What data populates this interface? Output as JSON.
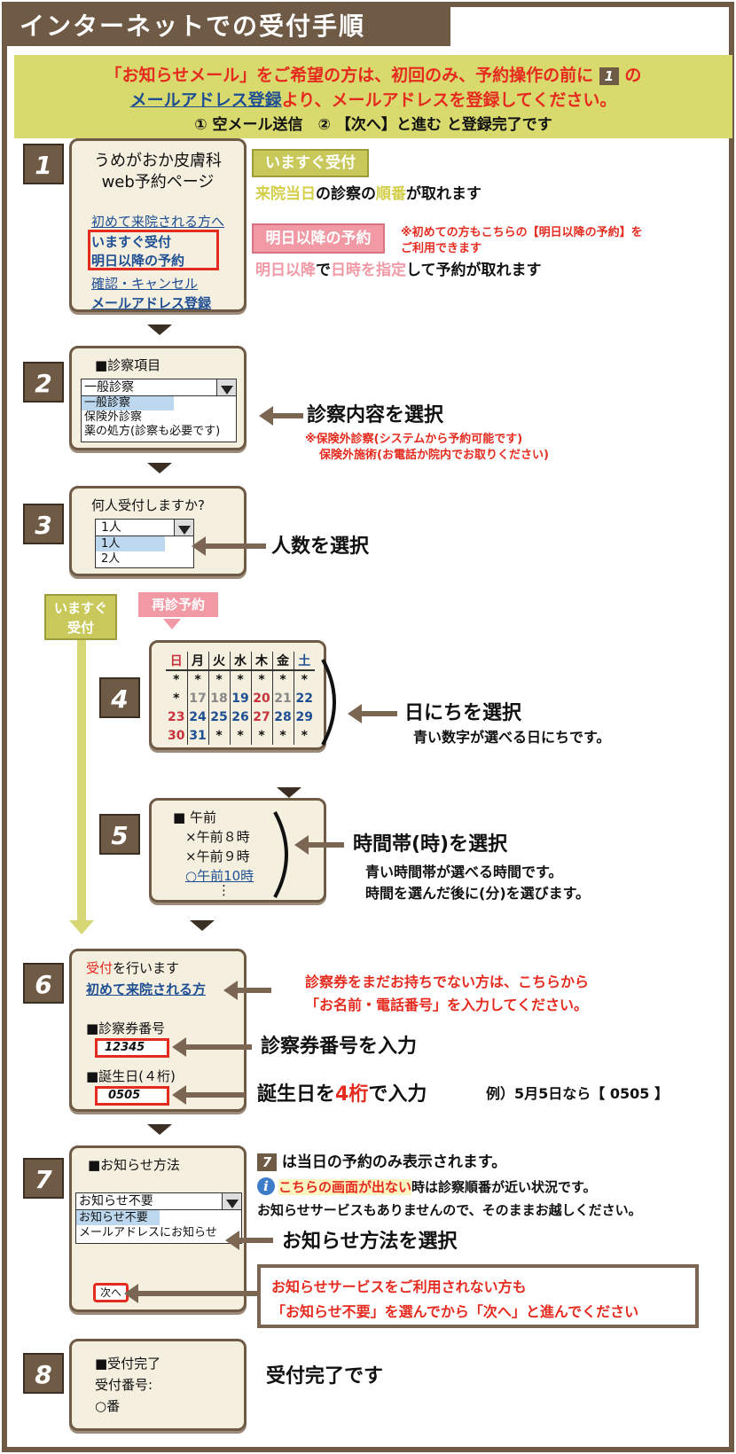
{
  "title": "インターネットでの受付手順",
  "notice": {
    "line1_a": "「お知らせメール」をご希望の方は、初回のみ、予約操作の前に",
    "line1_chip": "1",
    "line1_b": "の",
    "line2_link": "メールアドレス登録",
    "line2_b": "より、メールアドレスを登録してください。",
    "line3": "① 空メール送信　② 【次へ】と進む と登録完了です"
  },
  "steps": [
    "1",
    "2",
    "3",
    "4",
    "5",
    "6",
    "7",
    "8"
  ],
  "step1": {
    "title1": "うめがおか皮膚科",
    "title2": "web予約ページ",
    "menu": [
      "初めて来院される方へ",
      "いますぐ受付",
      "明日以降の予約",
      "確認・キャンセル",
      "メールアドレス登録"
    ],
    "badge_now": "いますぐ受付",
    "now_desc": {
      "a": "来院当日",
      "b": "の診察の",
      "c": "順番",
      "d": "が取れます"
    },
    "badge_future": "明日以降の予約",
    "future_note1": "※初めての方もこちらの【明日以降の予約】を",
    "future_note2": "ご利用できます",
    "future_desc": {
      "a": "明日以降",
      "b": "で",
      "c": "日時を指定",
      "d": "して予約が取れます"
    }
  },
  "step2": {
    "label": "■診察項目",
    "selected": "一般診察",
    "options": [
      "一般診察",
      "保険外診察",
      "薬の処方(診察も必要です)"
    ],
    "heading": "診察内容を選択",
    "note1": "※保険外診察(システムから予約可能です)",
    "note2": "保険外施術(お電話か院内でお取りください)"
  },
  "step3": {
    "label": "何人受付しますか?",
    "selected": "1人",
    "options": [
      "1人",
      "2人"
    ],
    "heading": "人数を選択"
  },
  "branch": {
    "now_line1": "いますぐ",
    "now_line2": "受付",
    "revisit": "再診予約"
  },
  "step4": {
    "calendar_header": [
      "日",
      "月",
      "火",
      "水",
      "木",
      "金",
      "土"
    ],
    "calendar_rows": [
      [
        "*",
        "*",
        "*",
        "*",
        "*",
        "*",
        "*"
      ],
      [
        "*",
        "17",
        "18",
        "19",
        "20",
        "21",
        "22"
      ],
      [
        "23",
        "24",
        "25",
        "26",
        "27",
        "28",
        "29"
      ],
      [
        "30",
        "31",
        "*",
        "*",
        "*",
        "*",
        "*"
      ]
    ],
    "heading": "日にちを選択",
    "desc": "青い数字が選べる日にちです。"
  },
  "step5": {
    "label": "■ 午前",
    "slots": [
      "×午前８時",
      "×午前９時",
      "○午前10時",
      "⋮"
    ],
    "heading": "時間帯(時)を選択",
    "desc1": "青い時間帯が選べる時間です。",
    "desc2": "時間を選んだ後に(分)を選びます。"
  },
  "step6": {
    "line1_a": "受付",
    "line1_b": "を行います",
    "first_link": "初めて来院される方",
    "card_label": "■診察券番号",
    "card_value": "12345",
    "birth_label": "■誕生日(４桁)",
    "birth_value": "0505",
    "note1": "診察券をまだお持ちでない方は、こちらから",
    "note2": "「お名前・電話番号」を入力してください。",
    "card_heading": "診察券番号を入力",
    "birth_heading_a": "誕生日を",
    "birth_heading_b": "4桁",
    "birth_heading_c": "で入力",
    "example": "例）5月5日なら【 0505 】"
  },
  "step7": {
    "label": "■お知らせ方法",
    "selected": "お知らせ不要",
    "options": [
      "お知らせ不要",
      "メールアドレスにお知らせ"
    ],
    "next": "次へ",
    "chip": "7",
    "note_top": "は当日の予約のみ表示されます。",
    "info_a": "こちらの画面が出ない",
    "info_b": "時は診察順番が近い状況です。",
    "info_c": "お知らせサービスもありませんので、そのままお越しください。",
    "heading": "お知らせ方法を選択",
    "box1": "お知らせサービスをご利用されない方も",
    "box2": "「お知らせ不要」を選んでから「次へ」と進んでください"
  },
  "step8": {
    "label": "■受付完了",
    "number_label": "受付番号:",
    "number_value": "○番",
    "heading": "受付完了です"
  }
}
